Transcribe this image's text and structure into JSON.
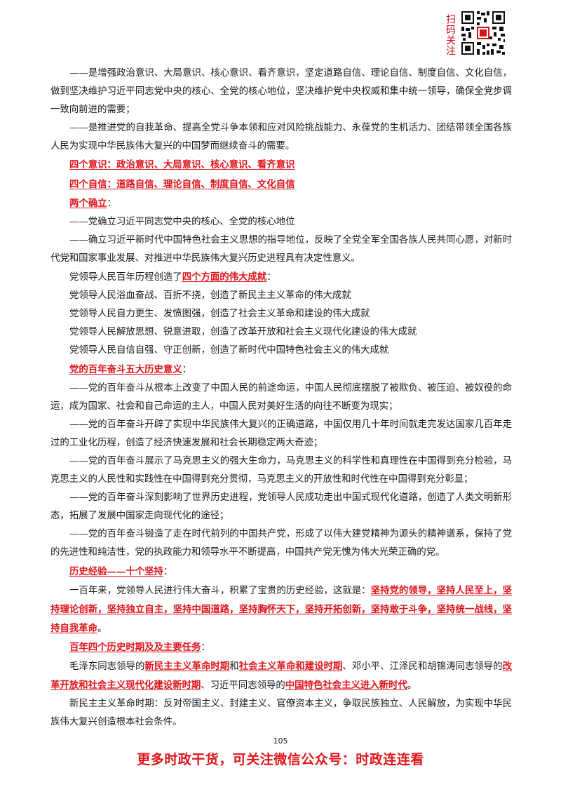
{
  "header": {
    "qr_caption": "扫码关注"
  },
  "paragraphs": [
    [
      "——是增强政治意识、大局意识、核心意识、看齐意识，坚定道路自信、理论自信、制度自信、文化自信，做到坚决维护习近平同志党中央的核心、全党的核心地位，坚决维护党中央权威和集中统一领导，确保全党步调一致向前进的需要；"
    ],
    [
      "——是推进党的自我革命、提高全党斗争本领和应对风险挑战能力、永葆党的生机活力、团结带领全国各族人民为实现中华民族伟大复兴的中国梦而继续奋斗的需要。"
    ],
    [
      "四个意识：政治意识、大局意识、核心意识、看齐意识"
    ],
    [
      "四个自信：道路自信、理论自信、制度自信、文化自信"
    ],
    [
      "两个确立",
      "："
    ],
    [
      "——党确立习近平同志党中央的核心、全党的核心地位"
    ],
    [
      "——确立习近平新时代中国特色社会主义思想的指导地位，反映了全党全军全国各族人民共同心愿，对新时代党和国家事业发展、对推进中华民族伟大复兴历史进程具有决定性意义。"
    ],
    [
      "党领导人民百年历程创造了",
      "四个方面的伟大成就",
      "："
    ],
    [
      "党领导人民浴血奋战、百折不挠，创造了新民主主义革命的伟大成就"
    ],
    [
      "党领导人民自力更生、发愤图强，创造了社会主义革命和建设的伟大成就"
    ],
    [
      "党领导人民解放思想、锐意进取，创造了改革开放和社会主义现代化建设的伟大成就"
    ],
    [
      "党领导人民自信自强、守正创新，创造了新时代中国特色社会主义的伟大成就"
    ],
    [
      "党的百年奋斗五大历史意义",
      "："
    ],
    [
      "——党的百年奋斗从根本上改变了中国人民的前途命运，中国人民彻底摆脱了被欺负、被压迫、被奴役的命运，成为国家、社会和自己命运的主人，中国人民对美好生活的向往不断变为现实；"
    ],
    [
      "——党的百年奋斗开辟了实现中华民族伟大复兴的正确道路，中国仅用几十年时间就走完发达国家几百年走过的工业化历程，创造了经济快速发展和社会长期稳定两大奇迹；"
    ],
    [
      "——党的百年奋斗展示了马克思主义的强大生命力，马克思主义的科学性和真理性在中国得到充分检验，马克思主义的人民性和实践性在中国得到充分贯彻，马克思主义的开放性和时代性在中国得到充分彰显；"
    ],
    [
      "——党的百年奋斗深刻影响了世界历史进程，党领导人民成功走出中国式现代化道路，创造了人类文明新形态，拓展了发展中国家走向现代化的途径；"
    ],
    [
      "——党的百年奋斗锻造了走在时代前列的中国共产党，形成了以伟大建党精神为源头的精神谱系，保持了党的先进性和纯洁性，党的执政能力和领导水平不断提高，中国共产党无愧为伟大光荣正确的党。"
    ],
    [
      "历史经验——十个坚持",
      "："
    ],
    [
      "一百年来，党领导人民进行伟大奋斗，积累了宝贵的历史经验，这就是：",
      "坚持党的领导，坚持人民至上，坚持理论创新，坚持独立自主，坚持中国道路，坚持胸怀天下，坚持开拓创新，坚持敢于斗争，坚持统一战线，坚持自我革命",
      "。"
    ],
    [
      "百年四个历史时期及及主要任务",
      "："
    ],
    [
      "毛泽东同志领导的",
      "新民主主义革命时期",
      "和",
      "社会主义革命和建设时期",
      "、邓小平、江泽民和胡锦涛同志领导的",
      "改革开放和社会主义现代化建设新时期",
      "、习近平同志领导的",
      "中国特色社会主义进入新时代",
      "。"
    ],
    [
      "新民主主义革命时期：反对帝国主义、封建主义、官僚资本主义，争取民族独立、人民解放，为实现中华民族伟大复兴创造根本社会条件。"
    ]
  ],
  "page_number": "105",
  "footer": {
    "text": "更多时政干货，可关注微信公众号：时政连连看"
  }
}
